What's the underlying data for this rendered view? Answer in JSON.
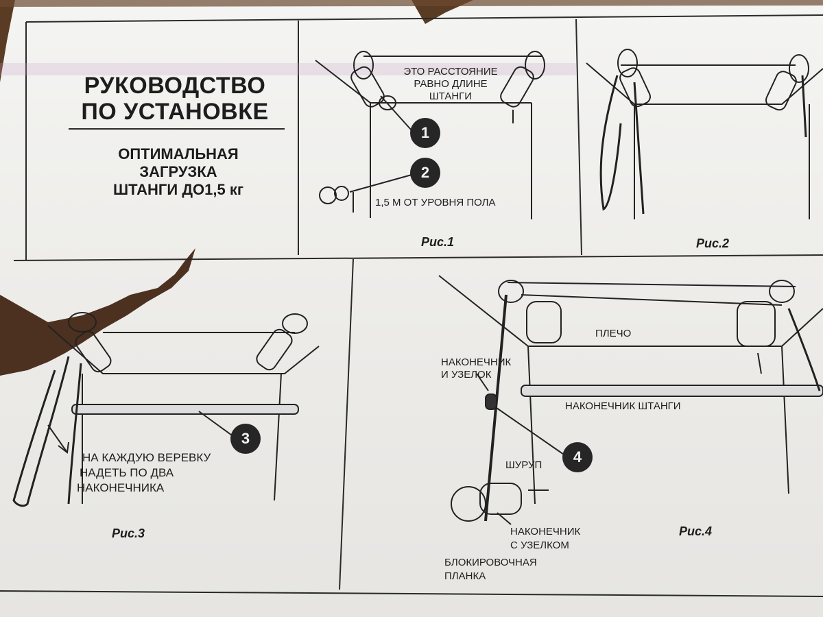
{
  "title": {
    "line1": "РУКОВОДСТВО",
    "line2": "ПО УСТАНОВКЕ"
  },
  "load": {
    "line1": "ОПТИМАЛЬНАЯ",
    "line2": "ЗАГРУЗКА",
    "line3": "ШТАНГИ ДО1,5 кг"
  },
  "fig1": {
    "note_line1": "ЭТО РАССТОЯНИЕ",
    "note_line2": "РАВНО ДЛИНЕ",
    "note_line3": "ШТАНГИ",
    "step1": "1",
    "step2": "2",
    "floor_note": "1,5 М ОТ УРОВНЯ ПОЛА",
    "caption": "Рис.1"
  },
  "fig2": {
    "caption": "Рис.2"
  },
  "fig3": {
    "step": "3",
    "note_line1": "НА КАЖДУЮ ВЕРЕВКУ",
    "note_line2": "НАДЕТЬ ПО ДВА",
    "note_line3": "НАКОНЕЧНИКА",
    "caption": "Рис.3"
  },
  "fig4": {
    "label_shoulder": "ПЛЕЧО",
    "label_tip_knot_1": "НАКОНЕЧНИК",
    "label_tip_knot_2": "И УЗЕЛОК",
    "label_rod_tip": "НАКОНЕЧНИК ШТАНГИ",
    "step": "4",
    "label_screw": "ШУРУП",
    "label_tip_with_knot_1": "НАКОНЕЧНИК",
    "label_tip_with_knot_2": "С УЗЕЛКОМ",
    "label_lock_1": "БЛОКИРОВОЧНАЯ",
    "label_lock_2": "ПЛАНКА",
    "caption": "Рис.4"
  }
}
